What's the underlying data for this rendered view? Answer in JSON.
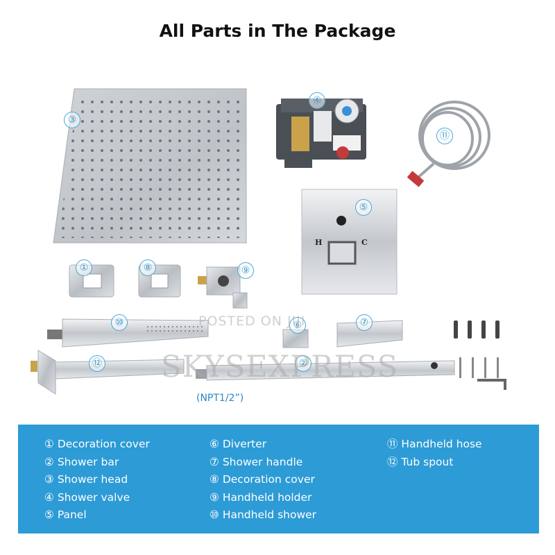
{
  "title": "All Parts in The Package",
  "callouts": {
    "c1": "①",
    "c2": "②",
    "c3": "③",
    "c4": "④",
    "c5": "⑤",
    "c6": "⑥",
    "c7": "⑦",
    "c8": "⑧",
    "c9": "⑨",
    "c10": "⑩",
    "c11": "⑪",
    "c12": "⑫"
  },
  "panel_labels": {
    "hot": "H",
    "cold": "C"
  },
  "npt_label": "(NPT1/2”)",
  "watermark": {
    "line1": "POSTED ON JIJI",
    "line2": "SKYSEXPRESS"
  },
  "legend": {
    "col1": [
      "① Decoration cover",
      "② Shower bar",
      "③ Shower head",
      "④ Shower valve",
      "⑤ Panel"
    ],
    "col2": [
      "⑥ Diverter",
      "⑦ Shower handle",
      "⑧ Decoration cover",
      "⑨ Handheld holder",
      "⑩ Handheld shower"
    ],
    "col3": [
      "⑪ Handheld hose",
      "⑫ Tub spout"
    ]
  },
  "colors": {
    "legend_bg": "#2d9bd6",
    "callout": "#3a9bd0",
    "chrome": "#c9ccd0"
  }
}
